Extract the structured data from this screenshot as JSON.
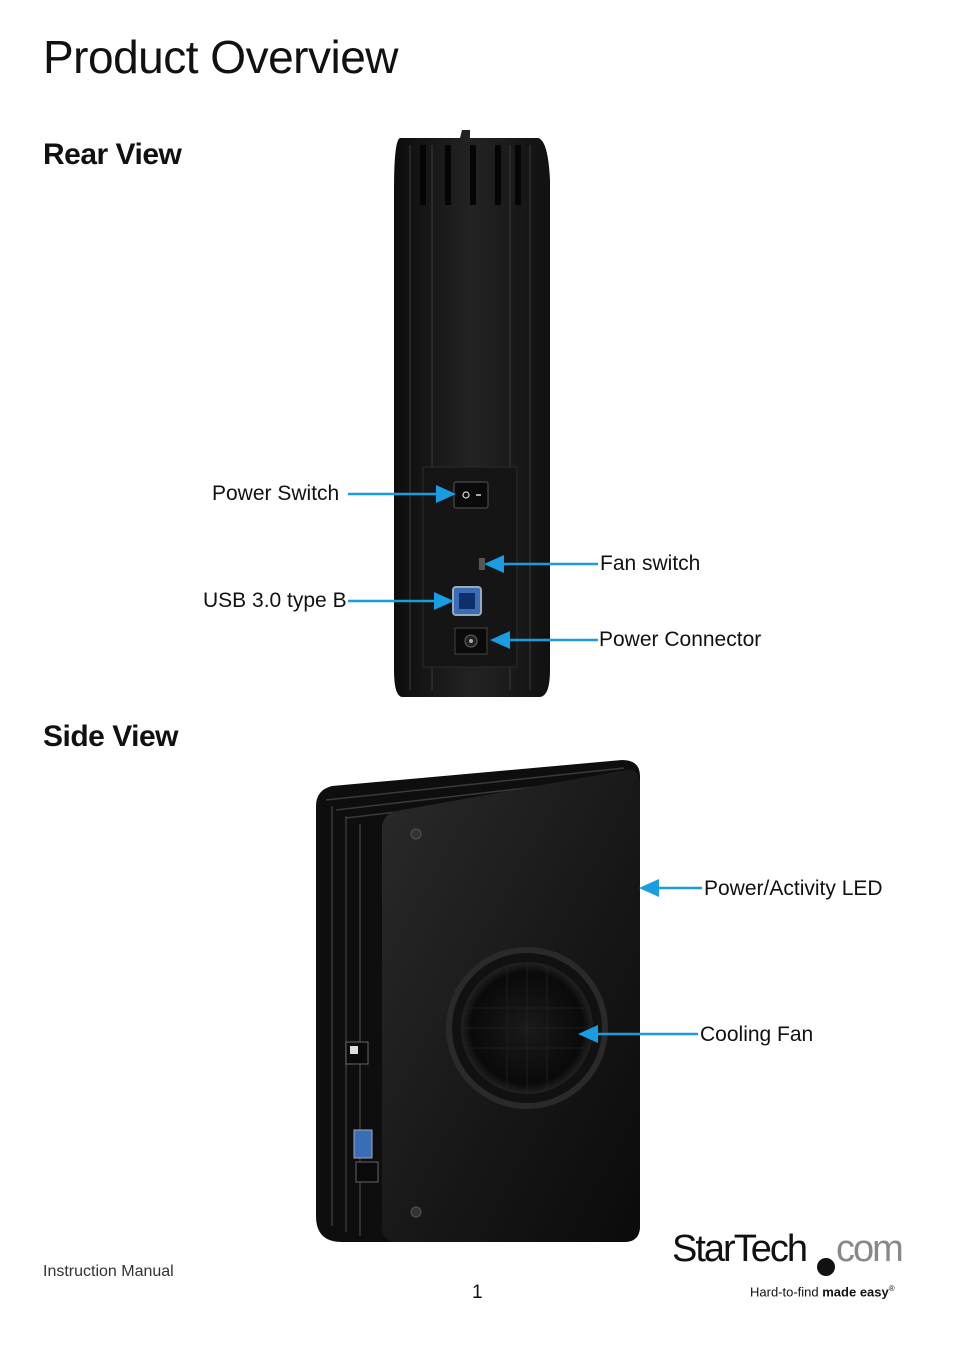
{
  "page": {
    "title": "Product Overview"
  },
  "rear_view": {
    "heading": "Rear View",
    "callouts": {
      "power_switch": "Power Switch",
      "fan_switch": "Fan switch",
      "usb": "USB 3.0 type B",
      "power_connector": "Power Connector"
    }
  },
  "side_view": {
    "heading": "Side View",
    "callouts": {
      "led": "Power/Activity LED",
      "cooling_fan": "Cooling Fan"
    }
  },
  "footer": {
    "manual_label": "Instruction Manual",
    "page_number": "1",
    "logo": {
      "brand_a": "StarTech",
      "brand_b": "com",
      "tagline_a": "Hard-to-find ",
      "tagline_b": "made easy",
      "reg_mark": "®"
    }
  },
  "colors": {
    "arrow": "#1a9de0",
    "device_body": "#1b1b1b"
  }
}
